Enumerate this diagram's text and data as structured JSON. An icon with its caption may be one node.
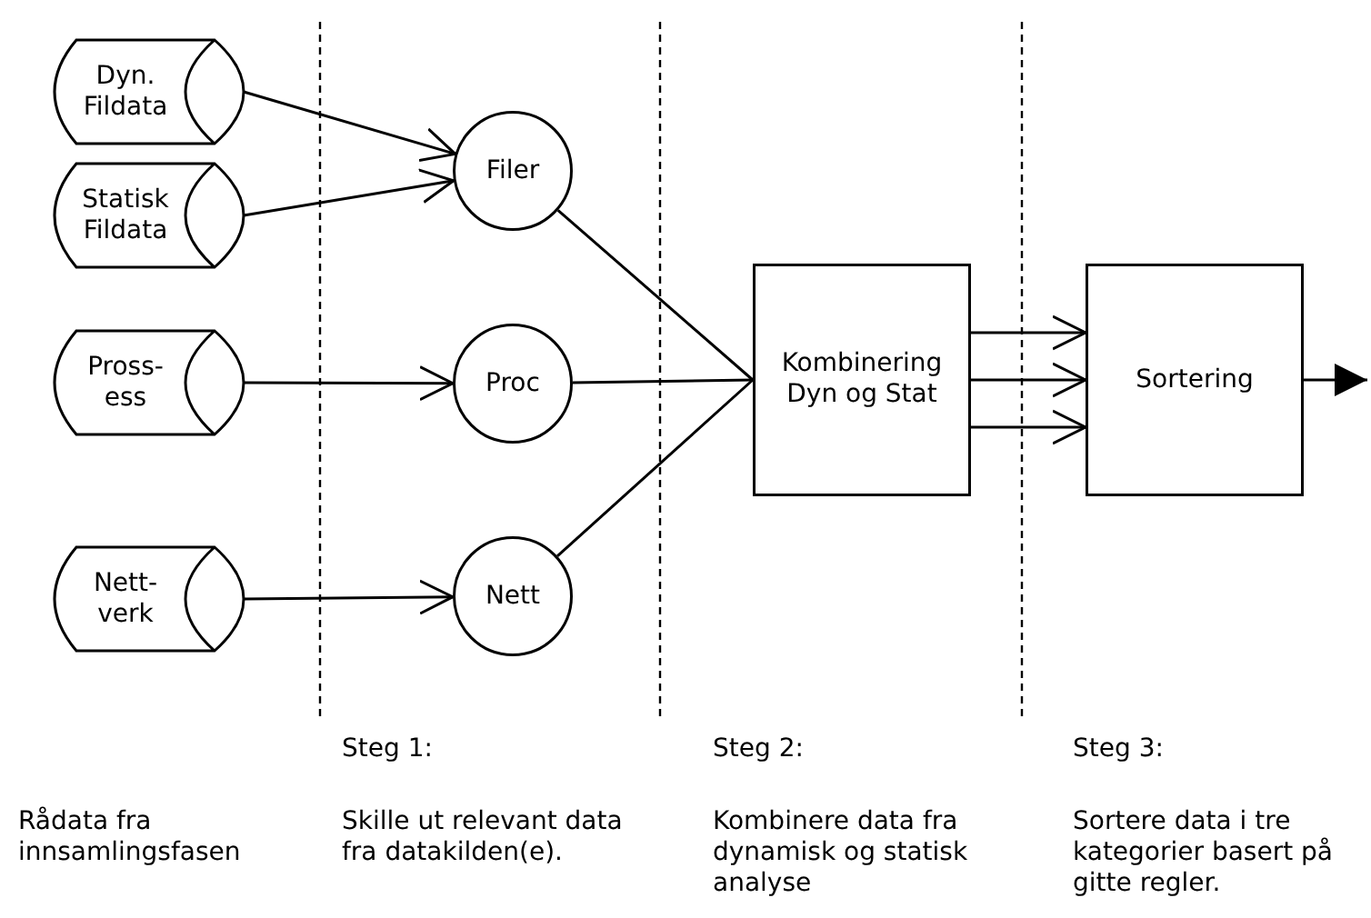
{
  "diagram": {
    "nodes": [
      {
        "text": [
          "Dyn. Fildata"
        ]
      },
      {
        "text": [
          "Statisk Fildata"
        ]
      },
      {
        "text": [
          "Pross- ess"
        ]
      },
      {
        "text": [
          "Nett- verk"
        ]
      },
      {
        "text": [
          "Filer"
        ]
      },
      {
        "text": [
          "Proc"
        ]
      },
      {
        "text": [
          "Nett"
        ]
      },
      {
        "text": [
          "Kombinering Dyn og Stat"
        ]
      },
      {
        "text": [
          "Sortering"
        ]
      }
    ],
    "edges": [
      {
        "from": 0,
        "to": 4,
        "arrow": "to"
      },
      {
        "from": 1,
        "to": 4,
        "arrow": "to"
      },
      {
        "from": 2,
        "to": 5,
        "arrow": "to"
      },
      {
        "from": 3,
        "to": 6,
        "arrow": "to"
      },
      {
        "from": 4,
        "to": 7,
        "arrow": "none"
      },
      {
        "from": 5,
        "to": 7,
        "arrow": "none"
      },
      {
        "from": 6,
        "to": 7,
        "arrow": "none"
      },
      {
        "from": 7,
        "to": 8,
        "arrow": "to"
      },
      {
        "from": 7,
        "to": 8,
        "arrow": "to"
      },
      {
        "from": 7,
        "to": 8,
        "arrow": "to"
      },
      {
        "from": 8,
        "to": null,
        "arrow": "to"
      }
    ],
    "labels": [
      "Steg 1:",
      "Steg 2:",
      "Steg 3:",
      "Rådata fra innsamlingsfasen",
      "Skille ut relevant data fra datakilden(e).",
      "Kombinere data fra dynamisk og statisk analyse",
      "Sortere data i tre kategorier basert på gitte regler."
    ]
  }
}
